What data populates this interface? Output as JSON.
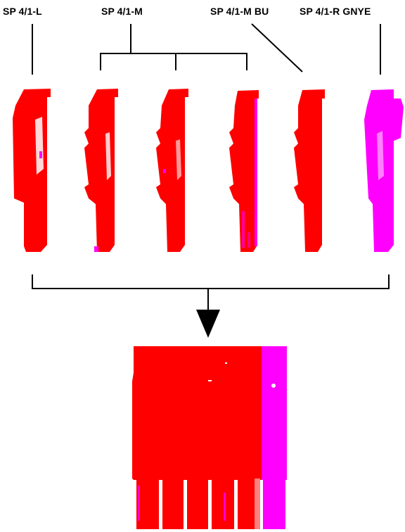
{
  "labels": {
    "left": "SP 4/1-L",
    "middle": "SP 4/1-M",
    "middle_blue": "SP 4/1-M BU",
    "right_gnye": "SP 4/1-R GNYE"
  },
  "colors": {
    "part_main": "#ff0000",
    "part_accent": "#ff00ff",
    "line": "#000000"
  },
  "icons": {
    "arrow": "down-arrow"
  }
}
